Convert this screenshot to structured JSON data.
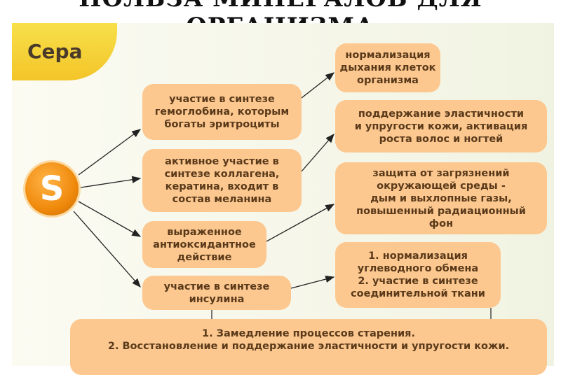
{
  "title": "ПОЛЬЗА МИНЕРАЛОВ ДЛЯ ОРГАНИЗМА",
  "tab_label": "Сера",
  "symbol": "S",
  "left_boxes": [
    "участие в синтезе\nгемоглобина, которым\nбогаты эритроциты",
    "активное участие в\nсинтезе коллагена,\nкератина, входит в\nсостав меланина",
    "выраженное\nантиоксидантное\nдействие",
    "участие в синтезе\nинсулина"
  ],
  "right_boxes": [
    "нормализация\nдыхания клеток\nорганизма",
    "поддержание эластичности\nи упругости кожи, активация\nроста волос и ногтей",
    "защита от загрязнений\nокружающей среды -\nдым и выхлопные газы,\nповышенный радиационный\nфон",
    "1. нормализация\nуглеводного обмена\n2. участие в синтезе\nсоединительной ткани"
  ],
  "bottom_box": "1. Замедление процессов старения.\n2. Восстановление и поддержание эластичности и упругости кожи."
}
